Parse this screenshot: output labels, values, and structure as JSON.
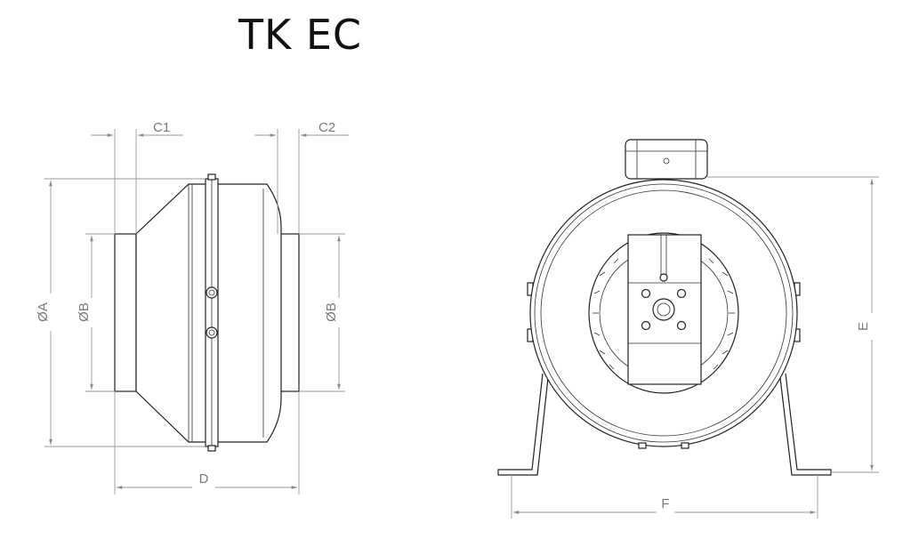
{
  "title": "TK EC",
  "side_view": {
    "dimensions": {
      "c1": "C1",
      "c2": "C2",
      "a": "ØA",
      "b_left": "ØB",
      "b_right": "ØB",
      "d": "D"
    }
  },
  "front_view": {
    "dimensions": {
      "e": "E",
      "f": "F"
    }
  },
  "colors": {
    "outline": "#222222",
    "dimension": "#9a9a9a",
    "text": "#111111"
  }
}
